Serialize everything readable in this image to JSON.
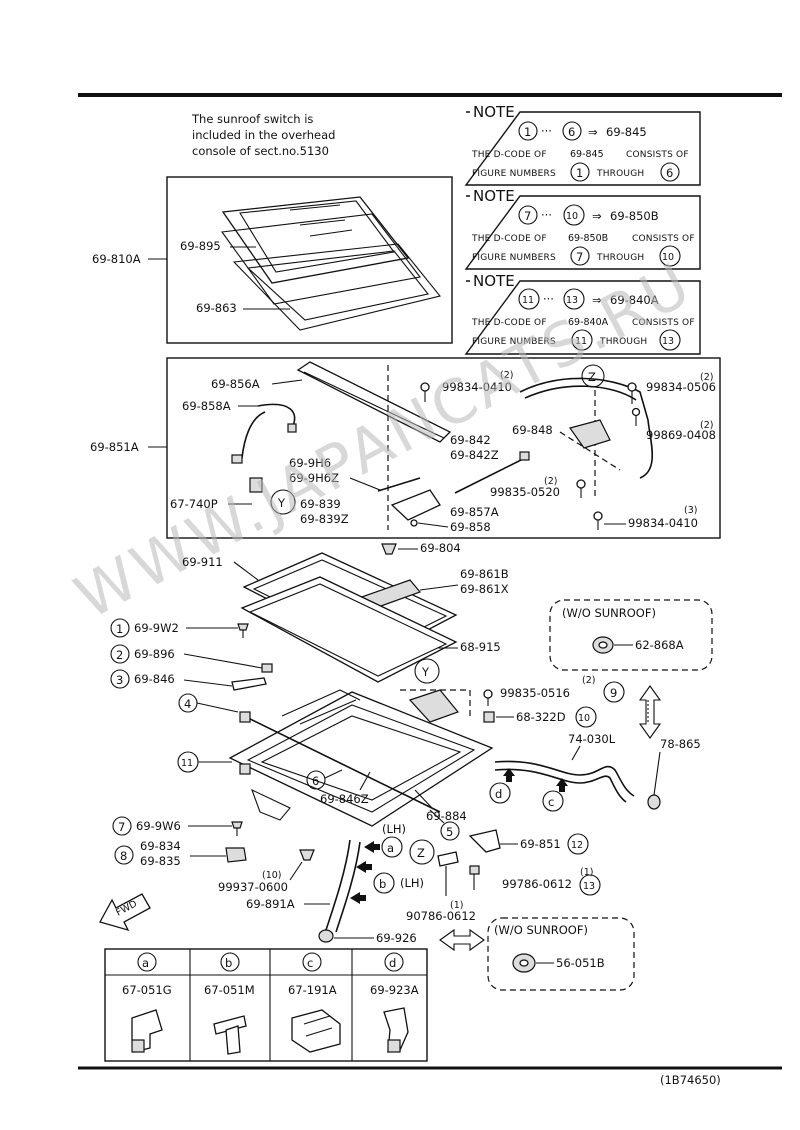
{
  "header": {
    "switch_note": [
      "The sunroof switch is",
      "included in the overhead",
      "console of sect.no.5130"
    ]
  },
  "notes": [
    {
      "title": "NOTE",
      "from": "1",
      "to": "6",
      "code": "69-845",
      "line1": "THE D-CODE OF",
      "line1b": "CONSISTS OF",
      "line2": "FIGURE NUMBERS",
      "through": "THROUGH"
    },
    {
      "title": "NOTE",
      "from": "7",
      "to": "10",
      "code": "69-850B",
      "line1": "THE D-CODE OF",
      "line1b": "CONSISTS OF",
      "line2": "FIGURE NUMBERS",
      "through": "THROUGH"
    },
    {
      "title": "NOTE",
      "from": "11",
      "to": "13",
      "code": "69-840A",
      "line1": "THE D-CODE OF",
      "line1b": "CONSISTS OF",
      "line2": "FIGURE NUMBERS",
      "through": "THROUGH"
    }
  ],
  "labels": {
    "glass_assy": "69-810A",
    "glass": "69-895",
    "weatherstrip": "69-863",
    "motor_assy": "69-851A",
    "rail": "69-856A",
    "harness": "69-858A",
    "bolt_a": "99834-0410",
    "bolt_a_qty": "(2)",
    "bolt_b": "99834-0506",
    "bolt_b_qty": "(2)",
    "screw_c": "99869-0408",
    "screw_c_qty": "(2)",
    "cable_a": "69-842",
    "cable_b": "69-842Z",
    "drive": "69-848",
    "h6": "69-9H6",
    "h6z": "69-9H6Z",
    "bolt_d": "99835-0520",
    "bolt_d_qty": "(2)",
    "guide_a": "69-839",
    "guide_b": "69-839Z",
    "guide_c": "69-857A",
    "guide_d": "69-858",
    "bolt_e": "99834-0410",
    "bolt_e_qty": "(3)",
    "relay": "67-740P",
    "y_marker": "Y",
    "z_marker": "Z",
    "grommet": "69-804",
    "shade": "69-911",
    "bracket_a": "69-861B",
    "bracket_b": "69-861X",
    "frame": "68-915",
    "wo_sunroof": "(W/O SUNROOF)",
    "plug_a": "62-868A",
    "w2": "69-9W2",
    "p896": "69-896",
    "p846": "69-846",
    "bolt_f": "99835-0516",
    "bolt_f_qty": "(2)",
    "clip_322": "68-322D",
    "hose_030": "74-030L",
    "p865": "78-865",
    "p846z": "69-846Z",
    "p884": "69-884",
    "w6": "69-9W6",
    "p834": "69-834",
    "p835": "69-835",
    "lh": "(LH)",
    "bolt_g": "99937-0600",
    "bolt_g_qty": "(10)",
    "hose_891": "69-891A",
    "p851": "69-851",
    "bolt_h": "99786-0612",
    "bolt_h_qty": "(1)",
    "bolt_i": "90786-0612",
    "bolt_i_qty": "(1)",
    "p926": "69-926",
    "plug_b": "56-051B",
    "fwd": "FWD",
    "n1": "1",
    "n2": "2",
    "n3": "3",
    "n4": "4",
    "n5": "5",
    "n6": "6",
    "n7": "7",
    "n8": "8",
    "n9": "9",
    "n10": "10",
    "n11": "11",
    "n12": "12",
    "n13": "13",
    "la": "a",
    "lb": "b",
    "lc": "c",
    "ld": "d"
  },
  "legend": [
    {
      "key": "a",
      "part": "67-051G"
    },
    {
      "key": "b",
      "part": "67-051M"
    },
    {
      "key": "c",
      "part": "67-191A"
    },
    {
      "key": "d",
      "part": "69-923A"
    }
  ],
  "footer": {
    "code": "(1B74650)"
  },
  "watermark": "WWW.JAPANCATS.RU",
  "colors": {
    "line": "#111111",
    "background": "#ffffff",
    "watermark": "#b8b8b8"
  }
}
